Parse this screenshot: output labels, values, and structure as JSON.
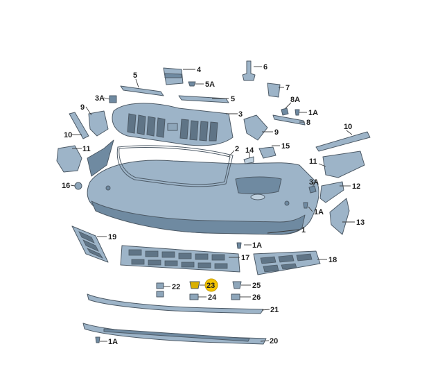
{
  "callouts": [
    {
      "id": "lbl-1",
      "text": "1"
    },
    {
      "id": "lbl-1a-1",
      "text": "1A"
    },
    {
      "id": "lbl-1a-2",
      "text": "1A"
    },
    {
      "id": "lbl-1a-3",
      "text": "1A"
    },
    {
      "id": "lbl-1a-4",
      "text": "1A"
    },
    {
      "id": "lbl-2",
      "text": "2"
    },
    {
      "id": "lbl-3",
      "text": "3"
    },
    {
      "id": "lbl-3a-1",
      "text": "3A"
    },
    {
      "id": "lbl-3a-2",
      "text": "3A"
    },
    {
      "id": "lbl-4",
      "text": "4"
    },
    {
      "id": "lbl-5-1",
      "text": "5"
    },
    {
      "id": "lbl-5-2",
      "text": "5"
    },
    {
      "id": "lbl-5a",
      "text": "5A"
    },
    {
      "id": "lbl-6",
      "text": "6"
    },
    {
      "id": "lbl-7",
      "text": "7"
    },
    {
      "id": "lbl-8",
      "text": "8"
    },
    {
      "id": "lbl-8a",
      "text": "8A"
    },
    {
      "id": "lbl-9-1",
      "text": "9"
    },
    {
      "id": "lbl-9-2",
      "text": "9"
    },
    {
      "id": "lbl-10-1",
      "text": "10"
    },
    {
      "id": "lbl-10-2",
      "text": "10"
    },
    {
      "id": "lbl-11-1",
      "text": "11"
    },
    {
      "id": "lbl-11-2",
      "text": "11"
    },
    {
      "id": "lbl-12",
      "text": "12"
    },
    {
      "id": "lbl-13",
      "text": "13"
    },
    {
      "id": "lbl-14",
      "text": "14"
    },
    {
      "id": "lbl-15",
      "text": "15"
    },
    {
      "id": "lbl-16",
      "text": "16"
    },
    {
      "id": "lbl-17",
      "text": "17"
    },
    {
      "id": "lbl-18",
      "text": "18"
    },
    {
      "id": "lbl-19",
      "text": "19"
    },
    {
      "id": "lbl-20",
      "text": "20"
    },
    {
      "id": "lbl-21",
      "text": "21"
    },
    {
      "id": "lbl-22",
      "text": "22"
    },
    {
      "id": "lbl-23",
      "text": "23"
    },
    {
      "id": "lbl-24",
      "text": "24"
    },
    {
      "id": "lbl-25",
      "text": "25"
    },
    {
      "id": "lbl-26",
      "text": "26"
    }
  ],
  "highlighted_part": "23",
  "colors": {
    "part_fill": "#9db4c8",
    "part_shadow": "#6f8aa1",
    "outline": "#4d5a66",
    "highlight": "#f2c300"
  }
}
